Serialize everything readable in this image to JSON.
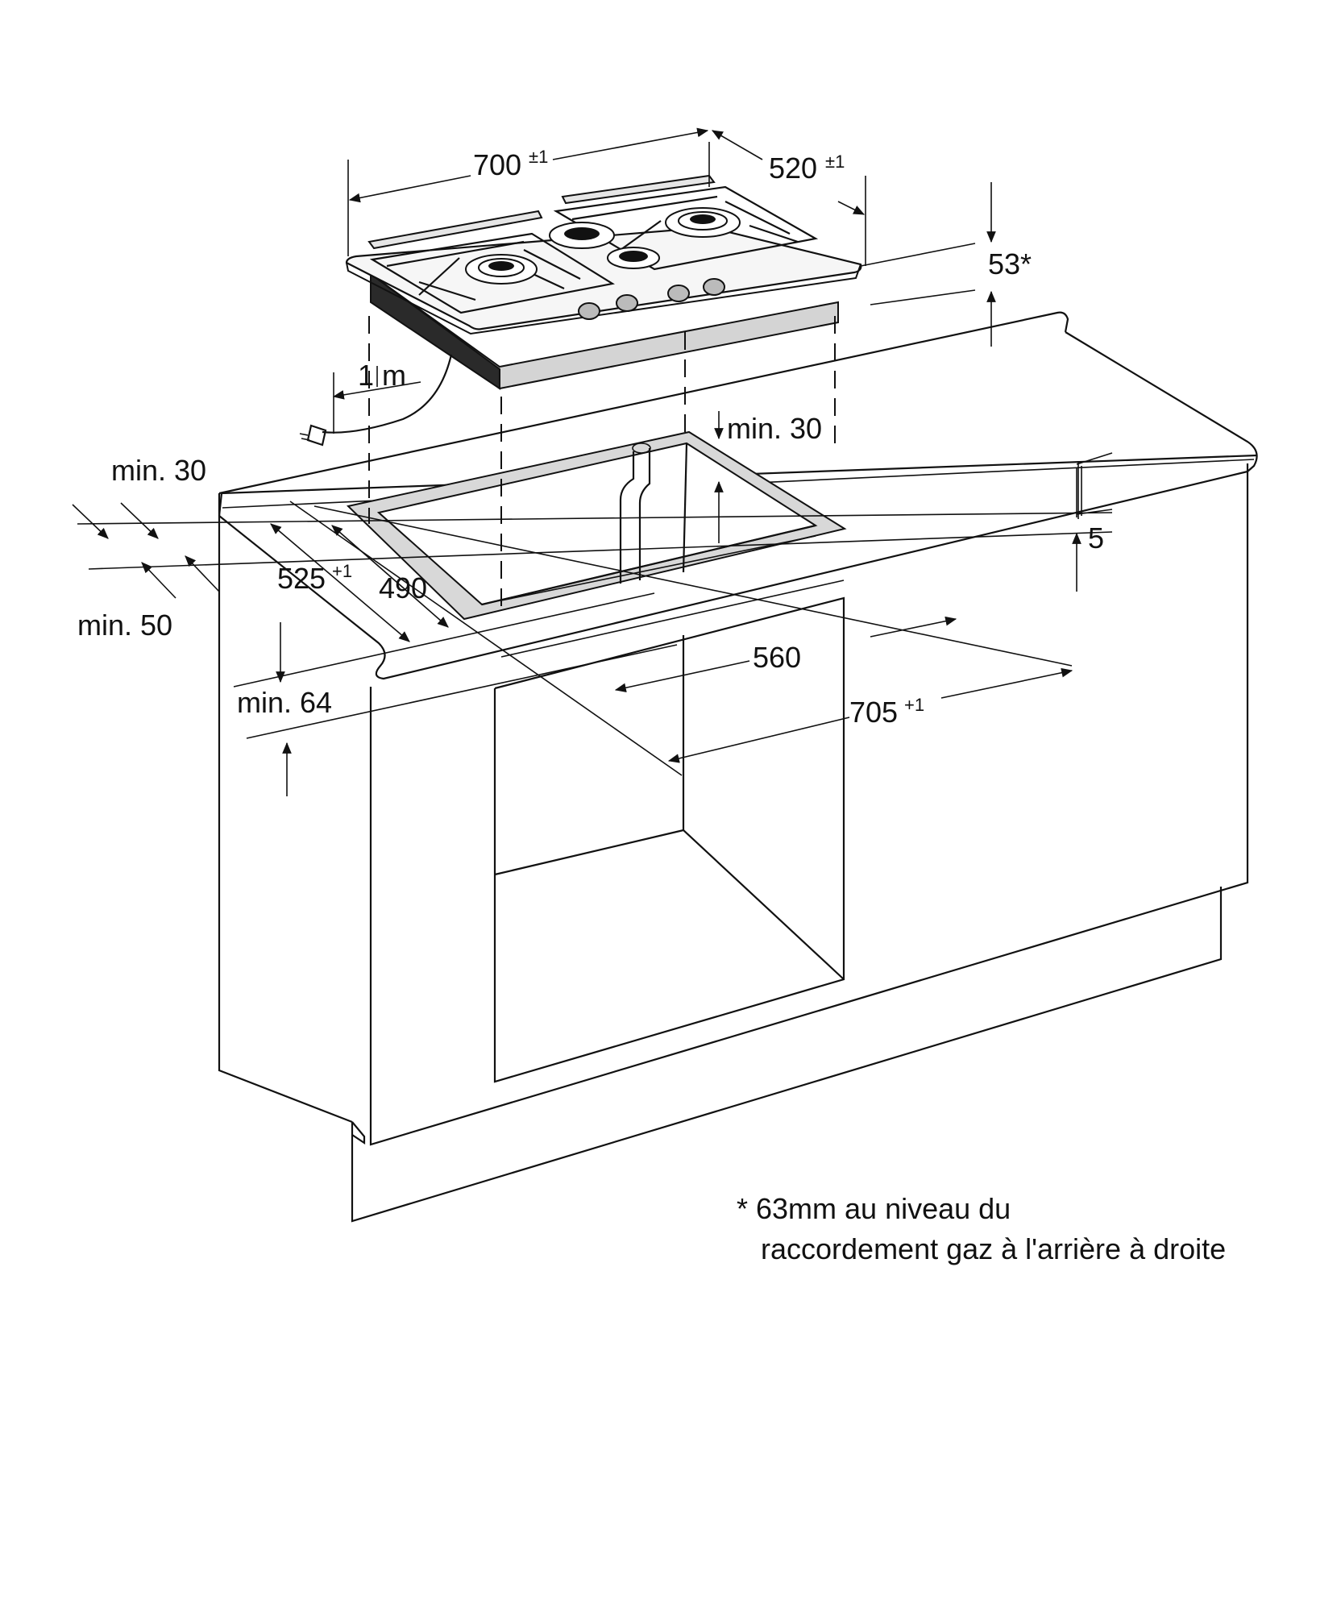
{
  "dimensions": {
    "width": {
      "value": "700",
      "tol": "±1"
    },
    "depth": {
      "value": "520",
      "tol": "±1"
    },
    "height": {
      "value": "53*"
    },
    "cable": {
      "value": "1 m"
    },
    "rear_clearance": {
      "value": "min. 30"
    },
    "front_min30": {
      "value": "min. 30"
    },
    "front_min50": {
      "value": "min. 50"
    },
    "cutout_depth": {
      "value": "525",
      "tol": "+1"
    },
    "inner_depth": {
      "value": "490"
    },
    "inner_width": {
      "value": "560"
    },
    "cutout_width": {
      "value": "705",
      "tol": "+1"
    },
    "top_thickness": {
      "value": "min. 64"
    },
    "recess": {
      "value": "5"
    }
  },
  "footnote": {
    "line1": "* 63mm au niveau du",
    "line2": "raccordement gaz à l'arrière à droite"
  }
}
